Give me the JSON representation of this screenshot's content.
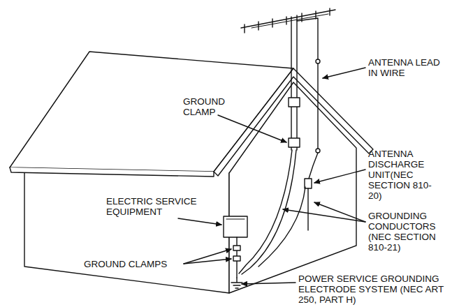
{
  "diagram": {
    "labels": [
      "ANTENNA LEAD IN WIRE",
      "GROUND CLAMP",
      "ANTENNA DISCHARGE UNIT(NEC SECTION 810-20)",
      "ELECTRIC SERVICE EQUIPMENT",
      "GROUNDING CONDUCTORS (NEC SECTION 810-21)",
      "GROUND CLAMPS",
      "POWER SERVICE GROUNDING ELECTRODE SYSTEM (NEC ART 250, PART H)"
    ]
  }
}
